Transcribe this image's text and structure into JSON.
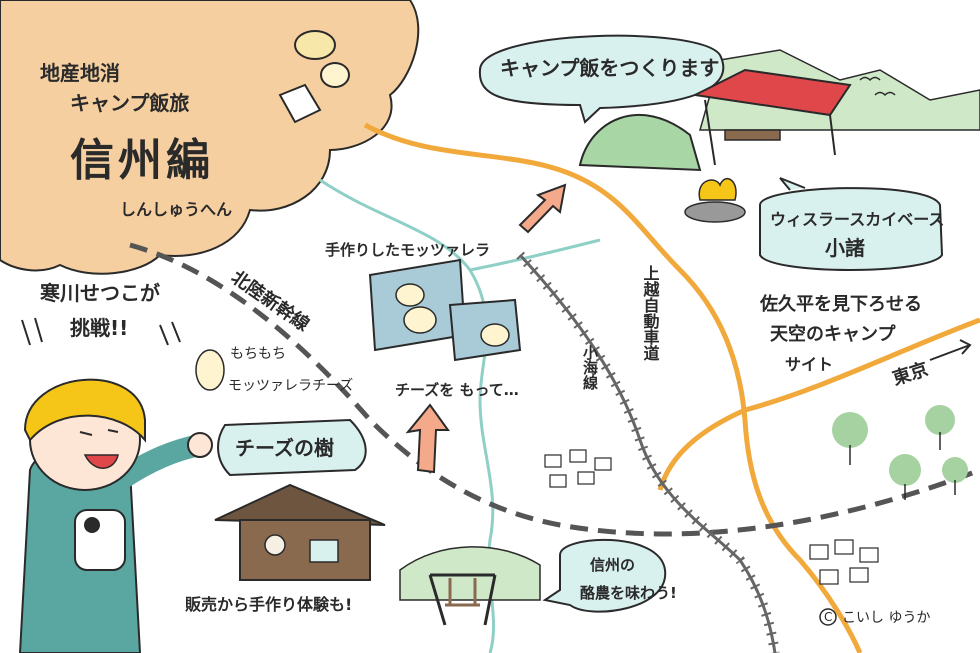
{
  "title": {
    "line1": "地産地消",
    "line2": "キャンプ飯旅",
    "main": "信州編",
    "reading": "しんしゅうへん"
  },
  "speech": {
    "challenge_line1": "寒川せつこが",
    "challenge_line2": "挑戦!!",
    "camp_meal": "キャンプ飯をつくります",
    "cheese_tree": "チーズの樹",
    "dairy_line1": "信州の",
    "dairy_line2": "酪農を味わう!",
    "whistler_line1": "ウィスラースカイベース",
    "whistler_line2": "小諸"
  },
  "labels": {
    "handmade_mozzarella": "手作りしたモッツァレラ",
    "bring_cheese": "チーズを もって…",
    "mochimochi": "もちもち",
    "mozzarella_cheese": "モッツァレラチーズ",
    "shop": "販売から手作り体験も!",
    "saku": "佐久平を見下ろせる",
    "sky_camp": "天空のキャンプ",
    "site": "サイト",
    "tokyo": "東京",
    "credit": "こいし ゆうか",
    "copyright_mark": "C"
  },
  "routes": {
    "shinkansen": "北陸新幹線",
    "koumi": "小海線",
    "expressway": "上越自動車道"
  },
  "colors": {
    "cloud": "#f6cfa0",
    "road": "#f2a93c",
    "river": "#8fd0c6",
    "rail": "#666666",
    "tent_red": "#e0474b",
    "tent_green": "#a9d6a5",
    "bubble": "#d8f1ef",
    "helmet": "#f5c518",
    "jacket": "#5aa6a0",
    "arrow": "#f4a98a",
    "hut": "#8a6a4f",
    "tree": "#a6d2a1",
    "cheese_pack": "#a9cbd8"
  },
  "icons": {
    "arrow_right": "arrow-icon",
    "arrow_up": "arrow-icon"
  }
}
